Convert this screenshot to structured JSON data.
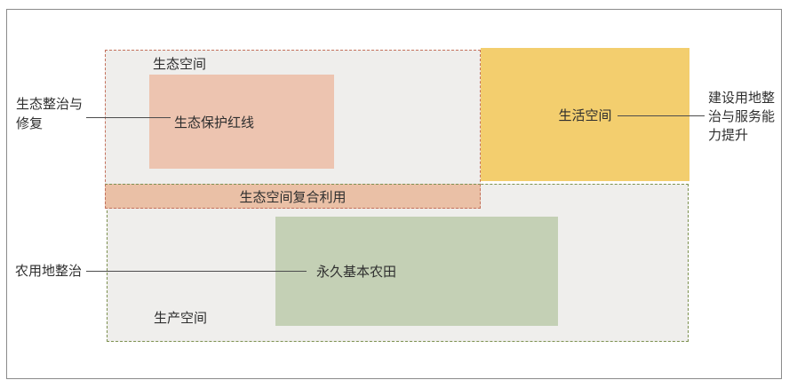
{
  "figure": {
    "kind": "territorial-space-planning-diagram"
  },
  "colors": {
    "frame_border": "#8b8b8b",
    "region_fill": "#efeeec",
    "eco_dash": "#c4715c",
    "production_dash": "#7d9150",
    "living_fill": "#f3ce6e",
    "redline_fill": "#edc4b0",
    "band_fill": "#eac0a6",
    "farmland_fill": "#c4d0b5",
    "text": "#2e2e2e",
    "connector": "#4c4c4c"
  },
  "regions": {
    "eco_space": {
      "label": "生态空间"
    },
    "production_space": {
      "label": "生产空间"
    },
    "living_space": {
      "label": "生活空间"
    },
    "eco_redline": {
      "label": "生态保护红线"
    },
    "composite_band": {
      "label": "生态空间复合利用"
    },
    "farmland": {
      "label": "永久基本农田"
    }
  },
  "annotations": {
    "left_top": {
      "lines": [
        "生态整治与",
        "修复"
      ]
    },
    "left_bottom": {
      "label": "农用地整治"
    },
    "right": {
      "lines": [
        "建设用地整",
        "治与服务能",
        "力提升"
      ]
    }
  }
}
